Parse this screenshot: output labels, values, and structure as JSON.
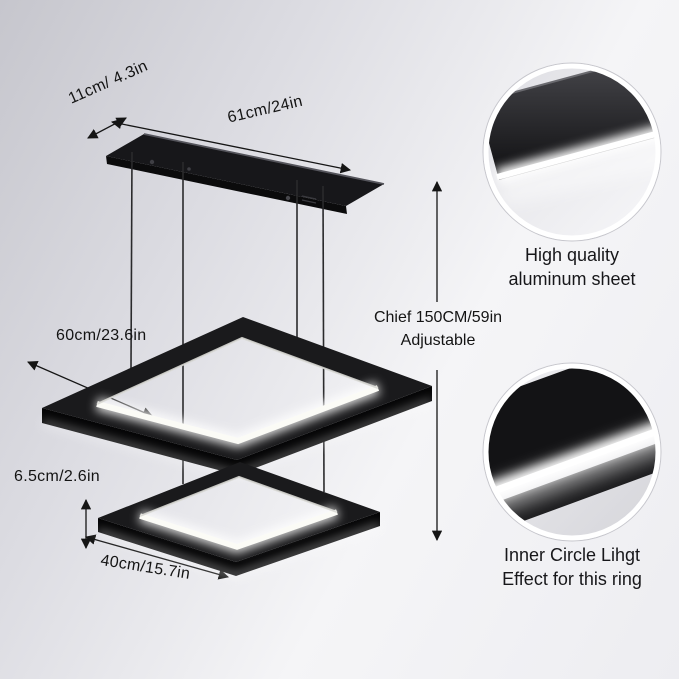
{
  "dimensions": {
    "canopy_depth": "11cm/ 4.3in",
    "canopy_length": "61cm/24in",
    "upper_ring_width": "60cm/23.6in",
    "ring_height": "6.5cm/2.6in",
    "lower_ring_width": "40cm/15.7in",
    "cable": {
      "line1": "Chief 150CM/59in",
      "line2": "Adjustable"
    }
  },
  "callouts": {
    "aluminum": {
      "line1": "High quality",
      "line2": "aluminum sheet"
    },
    "inner_light": {
      "line1": "Inner Circle Lihgt",
      "line2": "Effect for this ring"
    }
  },
  "colors": {
    "background_start": "#c6c6cd",
    "background_end": "#f5f5f7",
    "fixture_black": "#17171a",
    "led_white": "#ffffff",
    "text": "#141414"
  }
}
